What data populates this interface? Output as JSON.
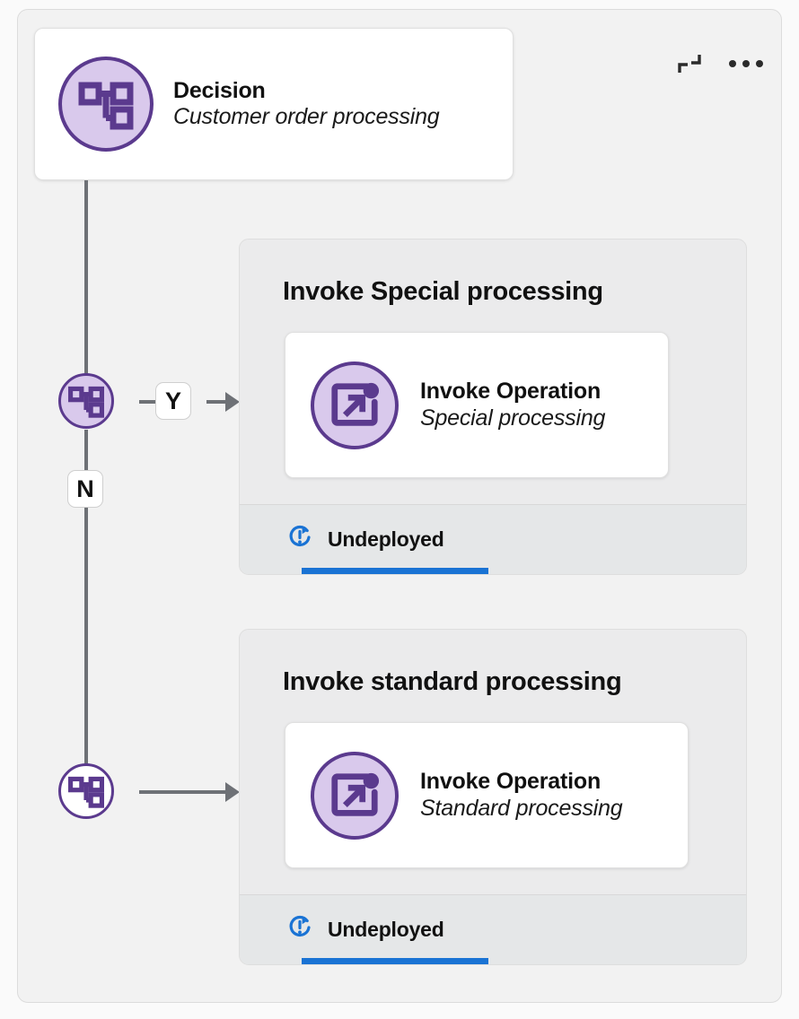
{
  "canvas": {
    "background": "#f2f2f2"
  },
  "colors": {
    "purple_dark": "#5b3a8e",
    "purple_light": "#d9c9ec",
    "connector_gray": "#6e7176",
    "status_blue": "#1a73d4",
    "panel_gray": "#ebebec"
  },
  "window_controls": {
    "collapse_label": "collapse",
    "more_label": "more options"
  },
  "decision_node": {
    "title": "Decision",
    "subtitle": "Customer order processing",
    "icon": "decision-flow-icon"
  },
  "branches": [
    {
      "label": "Y"
    },
    {
      "label": "N"
    }
  ],
  "junctions": [
    {
      "icon": "decision-flow-icon",
      "fill": "purple"
    },
    {
      "icon": "decision-flow-icon",
      "fill": "white"
    }
  ],
  "groups": [
    {
      "title": "Invoke Special processing",
      "operation": {
        "title": "Invoke Operation",
        "subtitle": "Special processing",
        "icon": "invoke-operation-icon"
      },
      "status": {
        "label": "Undeployed",
        "icon": "undeployed-refresh-alert-icon",
        "color": "#1a73d4"
      }
    },
    {
      "title": "Invoke standard processing",
      "operation": {
        "title": "Invoke Operation",
        "subtitle": "Standard processing",
        "icon": "invoke-operation-icon"
      },
      "status": {
        "label": "Undeployed",
        "icon": "undeployed-refresh-alert-icon",
        "color": "#1a73d4"
      }
    }
  ]
}
